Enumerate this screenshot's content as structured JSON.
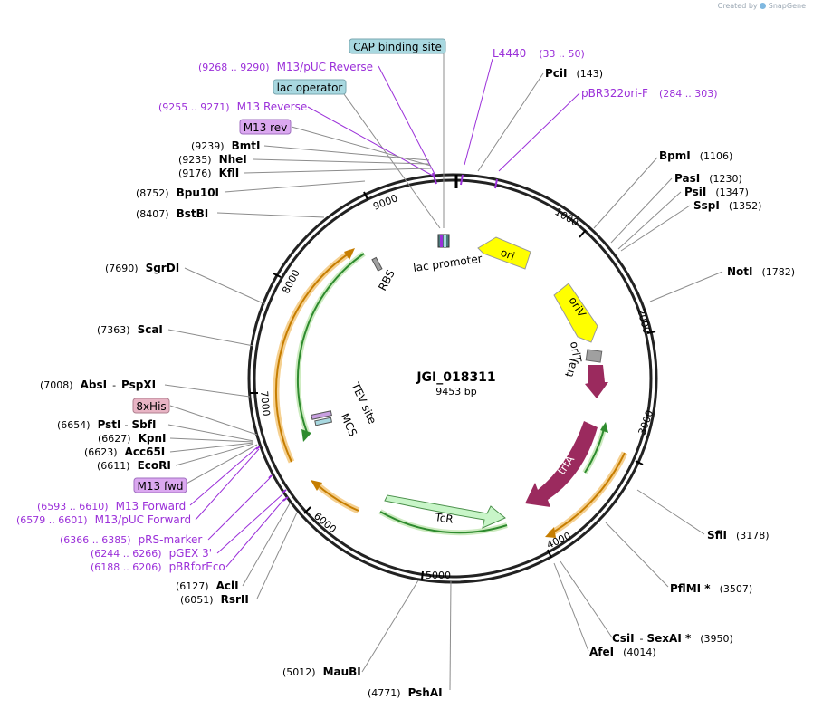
{
  "watermark": {
    "prefix": "Created by",
    "brand": "SnapGene"
  },
  "plasmid": {
    "name": "JGI_018311",
    "size_label": "9453 bp"
  },
  "ticks": [
    "1000",
    "2000",
    "3000",
    "4000",
    "5000",
    "6000",
    "7000",
    "8000",
    "9000"
  ],
  "enzymes": {
    "pcii": {
      "name": "PciI",
      "pos": "(143)"
    },
    "bpmi": {
      "name": "BpmI",
      "pos": "(1106)"
    },
    "pasi": {
      "name": "PasI",
      "pos": "(1230)"
    },
    "psii": {
      "name": "PsiI",
      "pos": "(1347)"
    },
    "sspi": {
      "name": "SspI",
      "pos": "(1352)"
    },
    "noti": {
      "name": "NotI",
      "pos": "(1782)"
    },
    "sfii": {
      "name": "SfiI",
      "pos": "(3178)"
    },
    "pflmi": {
      "name": "PflMI *",
      "pos": "(3507)"
    },
    "csii": {
      "name": "CsiI",
      "sep": "-",
      "name2": "SexAI *",
      "pos": "(3950)"
    },
    "afei": {
      "name": "AfeI",
      "pos": "(4014)"
    },
    "shai": {
      "name": "PshAI",
      "pos": "(4771)"
    },
    "maubi": {
      "name": "MauBI",
      "pos": "(5012)"
    },
    "rsrii": {
      "name": "RsrII",
      "pos": "(6051)"
    },
    "acli": {
      "name": "AclI",
      "pos": "(6127)"
    },
    "ecori": {
      "name": "EcoRI",
      "pos": "(6611)"
    },
    "acc65i": {
      "name": "Acc65I",
      "pos": "(6623)"
    },
    "kpni": {
      "name": "KpnI",
      "pos": "(6627)"
    },
    "psti": {
      "name": "PstI",
      "sep": "-",
      "name2": "SbfI",
      "pos": "(6654)"
    },
    "absi": {
      "name": "AbsI",
      "sep": "-",
      "name2": "PspXI",
      "pos": "(7008)"
    },
    "scai": {
      "name": "ScaI",
      "pos": "(7363)"
    },
    "sgrdi": {
      "name": "SgrDI",
      "pos": "(7690)"
    },
    "bstbi": {
      "name": "BstBI",
      "pos": "(8407)"
    },
    "bpu10i": {
      "name": "Bpu10I",
      "pos": "(8752)"
    },
    "kfli": {
      "name": "KflI",
      "pos": "(9176)"
    },
    "nhei": {
      "name": "NheI",
      "pos": "(9235)"
    },
    "bmti": {
      "name": "BmtI",
      "pos": "(9239)"
    }
  },
  "primers": {
    "l4440": {
      "name": "L4440",
      "pos": "(33 .. 50)"
    },
    "pbr322ori": {
      "name": "pBR322ori-F",
      "pos": "(284 .. 303)"
    },
    "m13puc_rev": {
      "name": "M13/pUC Reverse",
      "pos": "(9268 .. 9290)"
    },
    "m13_rev": {
      "name": "M13 Reverse",
      "pos": "(9255 .. 9271)"
    },
    "m13_fwd": {
      "name": "M13 Forward",
      "pos": "(6593 .. 6610)"
    },
    "m13puc_fwd": {
      "name": "M13/pUC Forward",
      "pos": "(6579 .. 6601)"
    },
    "prs": {
      "name": "pRS-marker",
      "pos": "(6366 .. 6385)"
    },
    "pgex": {
      "name": "pGEX 3'",
      "pos": "(6244 .. 6266)"
    },
    "pbrforeco": {
      "name": "pBRforEco",
      "pos": "(6188 .. 6206)"
    }
  },
  "boxed_labels": {
    "cap": "CAP binding site",
    "lacop": "lac operator",
    "m13rev": "M13 rev",
    "his": "8xHis",
    "m13fwd": "M13 fwd"
  },
  "features": {
    "ori": "ori",
    "oriv": "oriV",
    "ort": "oriT",
    "traj": "traJ",
    "trfa": "trfA",
    "tcr": "TcR",
    "lacpromoter": "lac promoter",
    "rbs": "RBS",
    "tev": "TEV site",
    "mcs": "MCS"
  },
  "colors": {
    "ori": "#ffff00",
    "oriv": "#ffff00",
    "trfa": "#9b2a5e",
    "tcr": "#c8f5c8",
    "orange": "#f5a623",
    "green": "#2e8b2e",
    "primer": "#9b30d9",
    "box_blue": "#a8d8e0",
    "box_pink": "#e8b4c4",
    "box_purple": "#dba8f0"
  }
}
